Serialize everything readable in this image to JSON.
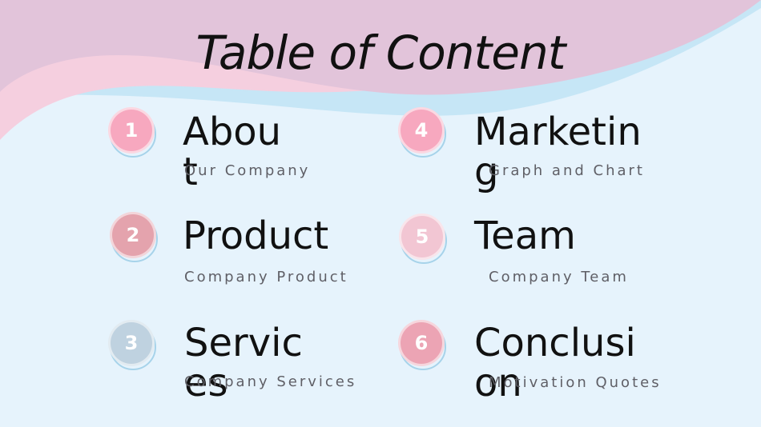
{
  "slide": {
    "title": "Table of Content",
    "colors": {
      "background": "#e6f3fc",
      "wave_top": "#e2c4da",
      "wave_pink": "#f5cfdf",
      "wave_blue": "#c6e6f6"
    }
  },
  "items": [
    {
      "number": "1",
      "label": "About",
      "subtitle": "Our Company",
      "color": "#f7a8bf"
    },
    {
      "number": "2",
      "label": "Product",
      "subtitle": "Company Product",
      "color": "#e4a3ad"
    },
    {
      "number": "3",
      "label": "Services",
      "subtitle": "Company Services",
      "color": "#bfd2e0"
    },
    {
      "number": "4",
      "label": "Marketing",
      "subtitle": "Graph and Chart",
      "color": "#f7a8bf"
    },
    {
      "number": "5",
      "label": "Team",
      "subtitle": "Company Team",
      "color": "#f2c6d3"
    },
    {
      "number": "6",
      "label": "Conclusion",
      "subtitle": "Motivation Quotes",
      "color": "#eca4b4"
    }
  ]
}
